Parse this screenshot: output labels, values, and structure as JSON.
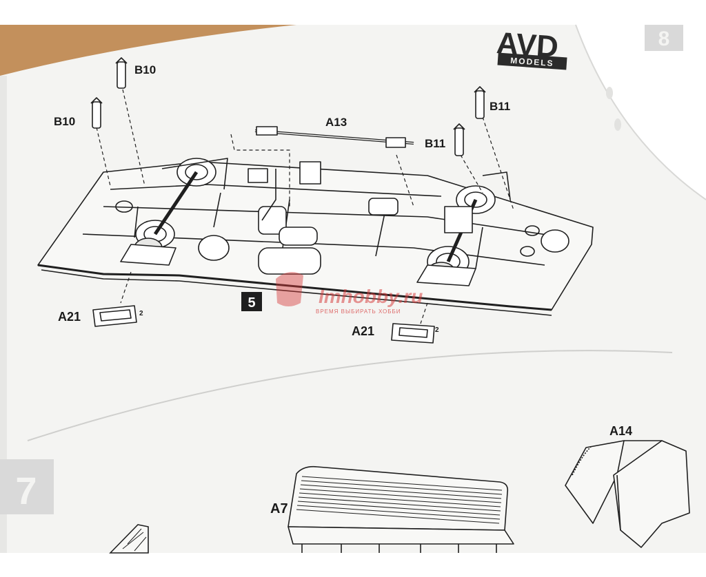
{
  "brand": {
    "logo": "AVD",
    "sub": "MODELS"
  },
  "page_number": "8",
  "steps": {
    "step5": "5",
    "step7": "7"
  },
  "parts": {
    "b10_top": "B10",
    "b10_left": "B10",
    "a13": "A13",
    "b11_right": "B11",
    "b11_mid": "B11",
    "a21_left": "A21",
    "a21_right": "A21",
    "a7": "A7",
    "a14": "A14",
    "mark_2a": "2",
    "mark_2b": "2"
  },
  "watermark": {
    "name": "Imhobby.ru",
    "slogan": "ВРЕМЯ ВЫБИРАТЬ ХОББИ"
  },
  "colors": {
    "table": "#c9955f",
    "paper": "#f3f3f1",
    "ink": "#1f1f1f",
    "step_box": "#d9d9d9",
    "watermark_red": "#d63a3a"
  }
}
